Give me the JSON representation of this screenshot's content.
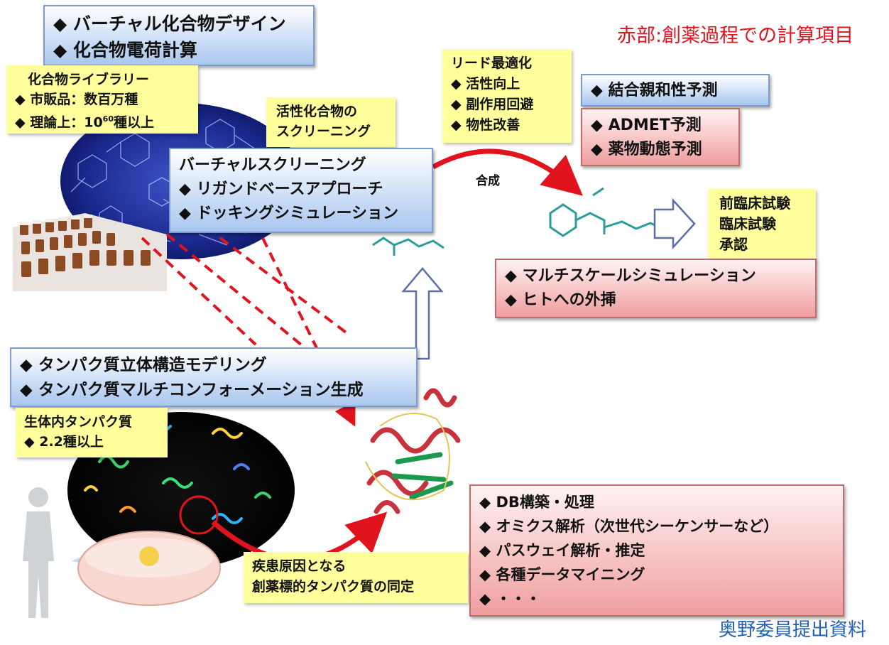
{
  "legend": "赤部:創薬過程での計算項目",
  "source": "奥野委員提出資料",
  "boxes": {
    "virtual_design": [
      "◆ バーチャル化合物デザイン",
      "◆ 化合物電荷計算"
    ],
    "library": {
      "title": "化合物ライブラリー",
      "market": "◆ 市販品：数百万種",
      "theory_pre": "◆ 理論上：10",
      "theory_sup": "60",
      "theory_post": "種以上"
    },
    "screening_label": [
      "活性化合物の",
      "スクリーニング"
    ],
    "virtual_screening": [
      "バーチャルスクリーニング",
      "◆ リガンドベースアプローチ",
      "◆ ドッキングシミュレーション"
    ],
    "lead_opt": [
      "リード最適化",
      "◆ 活性向上",
      "◆ 副作用回避",
      "◆ 物性改善"
    ],
    "binding": "◆ 結合親和性予測",
    "admet": [
      "◆ ADMET予測",
      "◆ 薬物動態予測"
    ],
    "synthesis": "合成",
    "clinical": [
      "前臨床試験",
      "臨床試験",
      "承認"
    ],
    "multiscale": [
      "◆ マルチスケールシミュレーション",
      "◆ ヒトへの外挿"
    ],
    "protein_model": [
      "◆ タンパク質立体構造モデリング",
      "◆ タンパク質マルチコンフォーメーション生成"
    ],
    "in_vivo": [
      "生体内タンパク質",
      "◆ 2.2種以上"
    ],
    "target_id": [
      "疾患原因となる",
      "創薬標的タンパク質の同定"
    ],
    "db": [
      "◆ DB構築・処理",
      "◆ オミクス解析（次世代シーケンサーなど）",
      "◆ パスウェイ解析・推定",
      "◆ 各種データマイニング",
      "◆ ・・・"
    ]
  },
  "colors": {
    "red": "#e1141e",
    "blue_box": "#cfe0f7",
    "pink_box": "#f8c8c8",
    "yellow_note": "#ffff9b",
    "source_blue": "#1f5fb4"
  }
}
